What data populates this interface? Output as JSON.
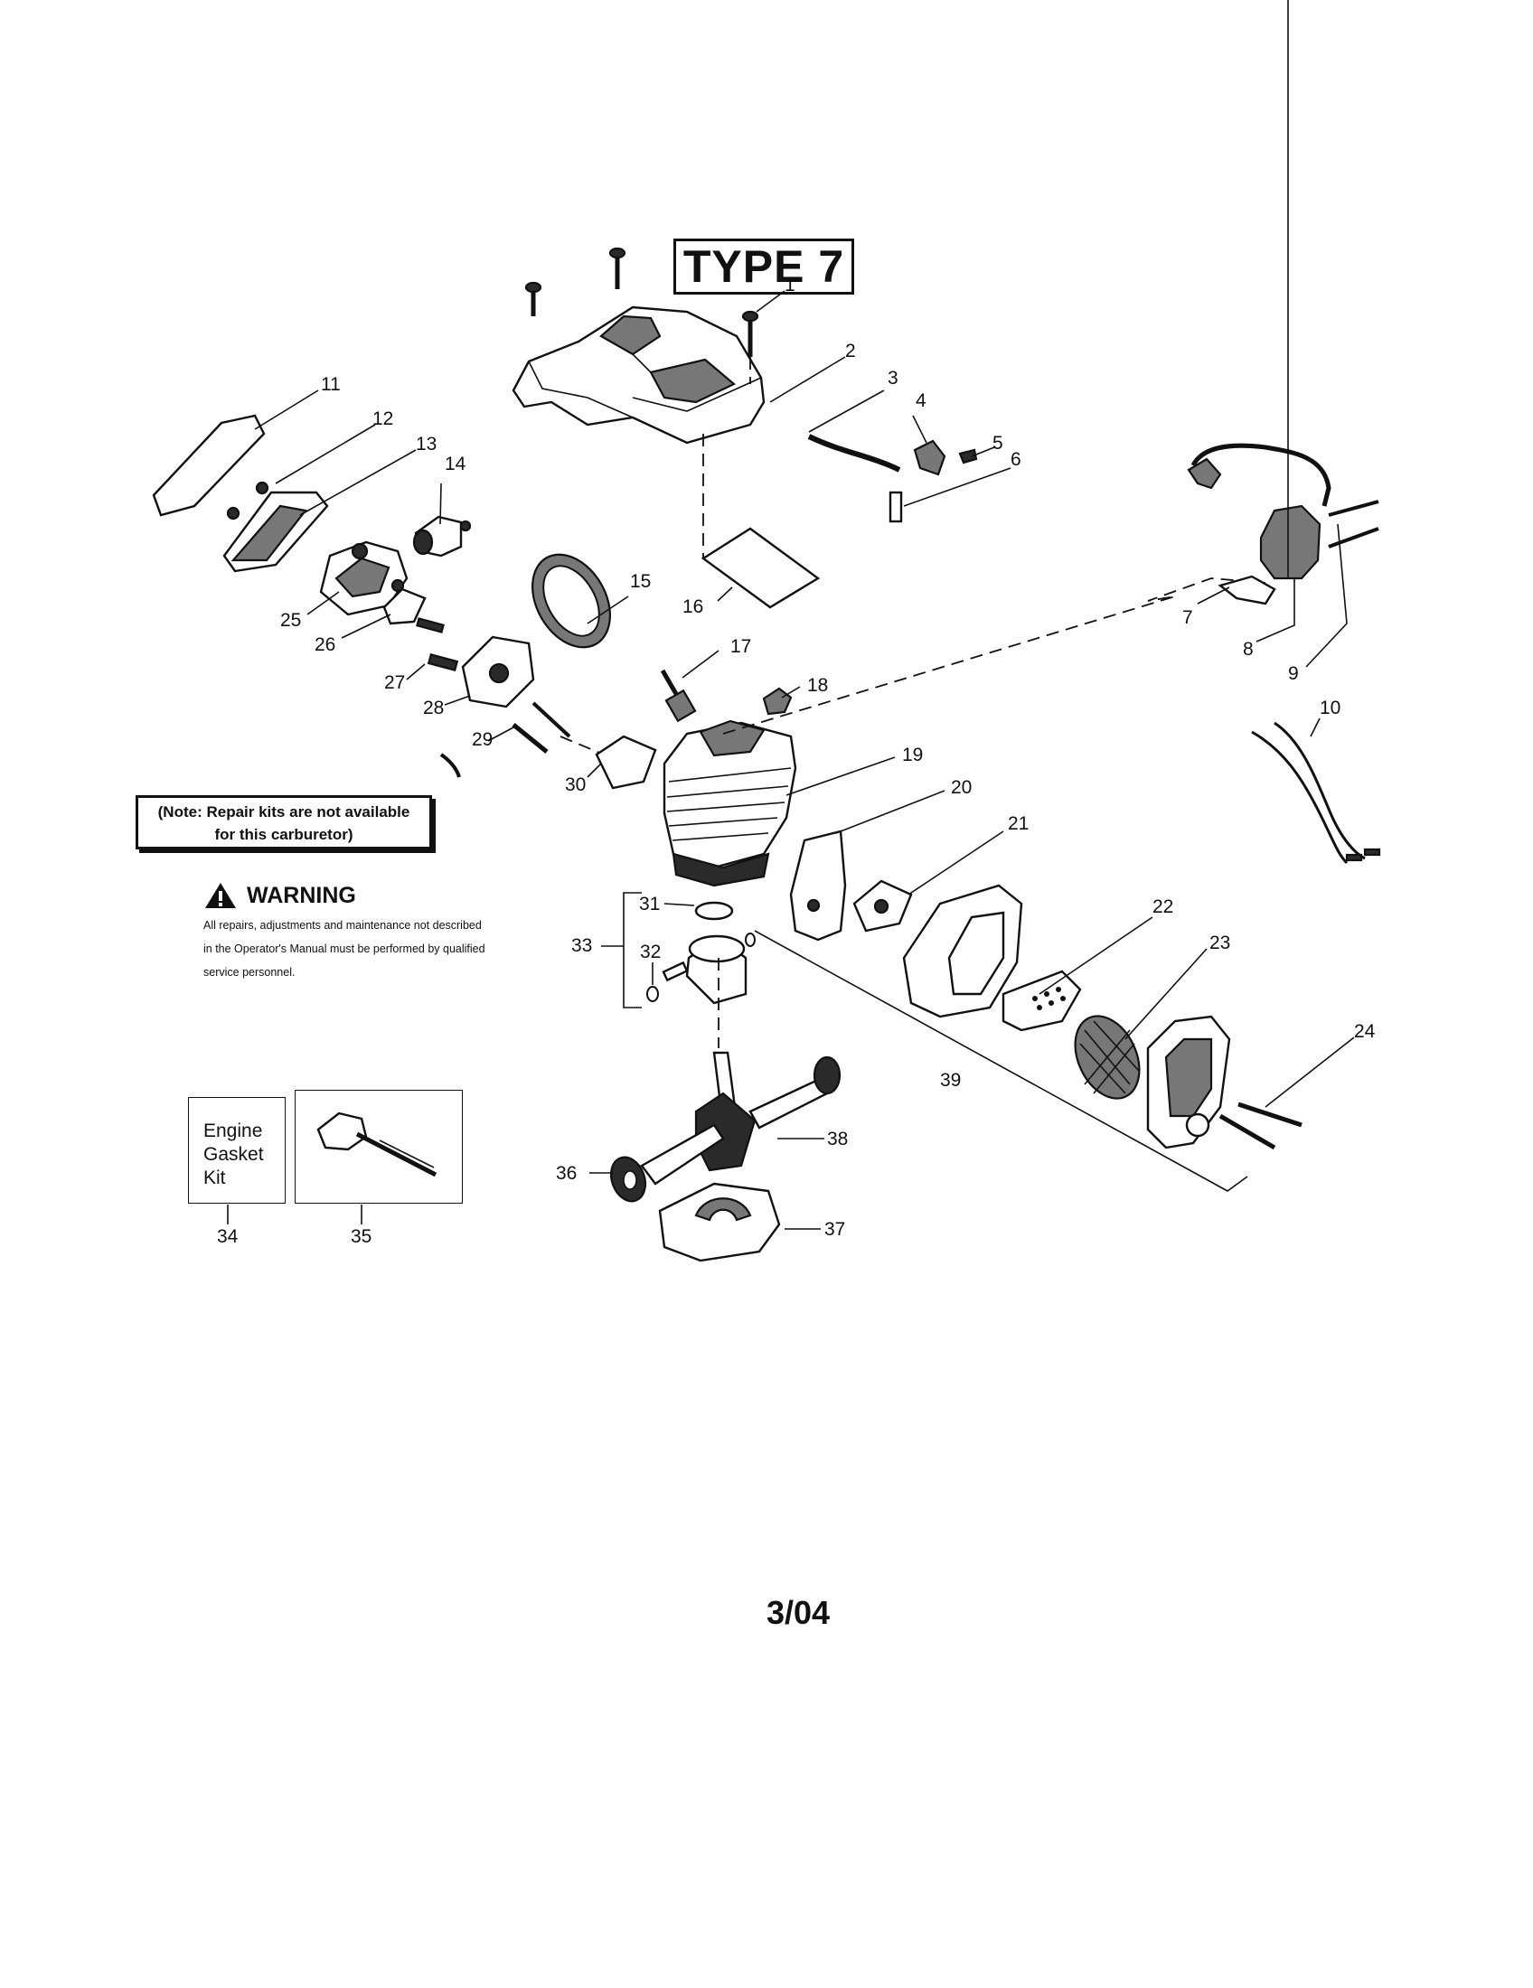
{
  "type_label": "TYPE 7",
  "note": {
    "line1": "(Note: Repair kits are not available",
    "line2": "for this carburetor)"
  },
  "warning": {
    "title": "WARNING",
    "body": "All repairs, adjustments and maintenance not described in the Operator's Manual must be performed by qualified service personnel."
  },
  "kit_box": {
    "line1": "Engine",
    "line2": "Gasket",
    "line3": "Kit"
  },
  "date": "3/04",
  "callouts": [
    "1",
    "2",
    "3",
    "4",
    "5",
    "6",
    "7",
    "8",
    "9",
    "10",
    "11",
    "12",
    "13",
    "14",
    "15",
    "16",
    "17",
    "18",
    "19",
    "20",
    "21",
    "22",
    "23",
    "24",
    "25",
    "26",
    "27",
    "28",
    "29",
    "30",
    "31",
    "32",
    "33",
    "34",
    "35",
    "36",
    "37",
    "38",
    "39"
  ],
  "icons": [
    "warning-triangle-icon"
  ]
}
